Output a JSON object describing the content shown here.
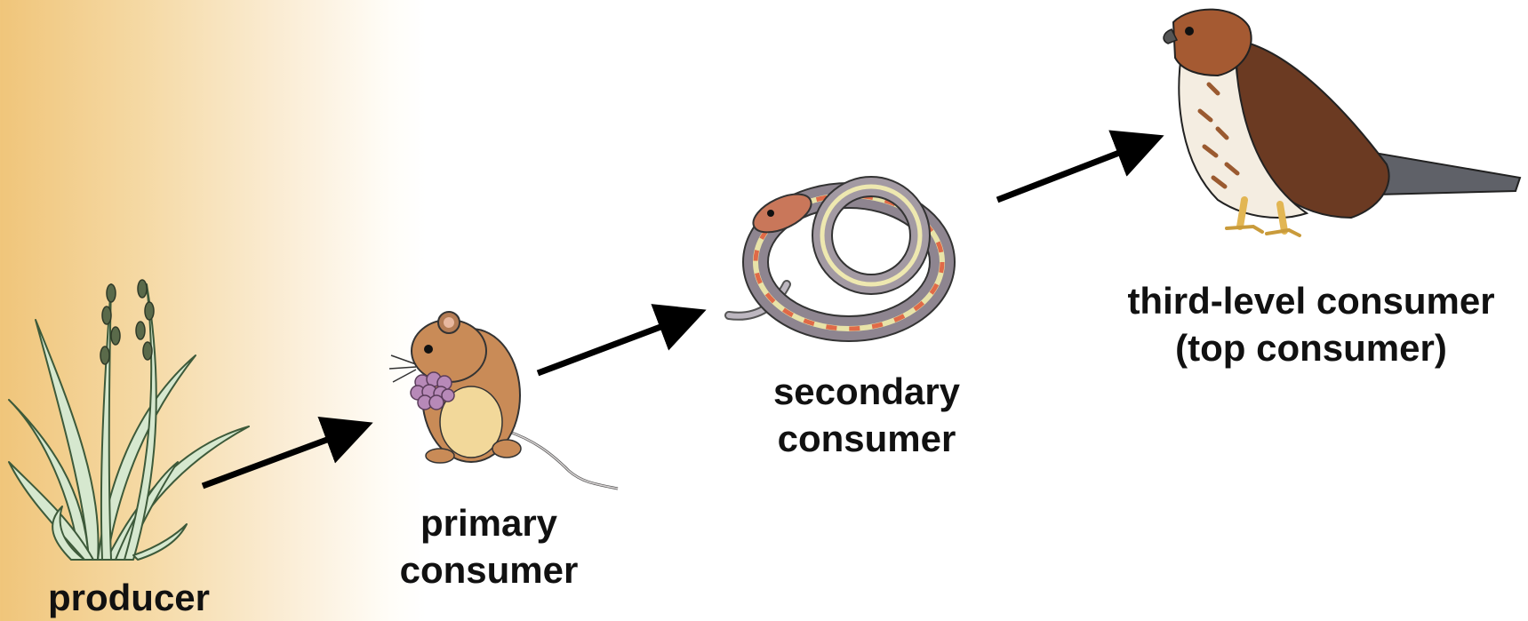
{
  "diagram": {
    "nodes": [
      {
        "id": "producer",
        "lines": [
          "producer"
        ],
        "icon": "grass-icon"
      },
      {
        "id": "primary",
        "lines": [
          "primary",
          "consumer"
        ],
        "icon": "mouse-icon"
      },
      {
        "id": "secondary",
        "lines": [
          "secondary",
          "consumer"
        ],
        "icon": "snake-icon"
      },
      {
        "id": "third",
        "lines": [
          "third-level consumer",
          "(top consumer)"
        ],
        "icon": "hawk-icon"
      }
    ],
    "edges": [
      {
        "from": "producer",
        "to": "primary"
      },
      {
        "from": "primary",
        "to": "secondary"
      },
      {
        "from": "secondary",
        "to": "third"
      }
    ],
    "colors": {
      "background_gradient_start": "#f0c57a",
      "arrow": "#000000",
      "label": "#111111"
    }
  }
}
